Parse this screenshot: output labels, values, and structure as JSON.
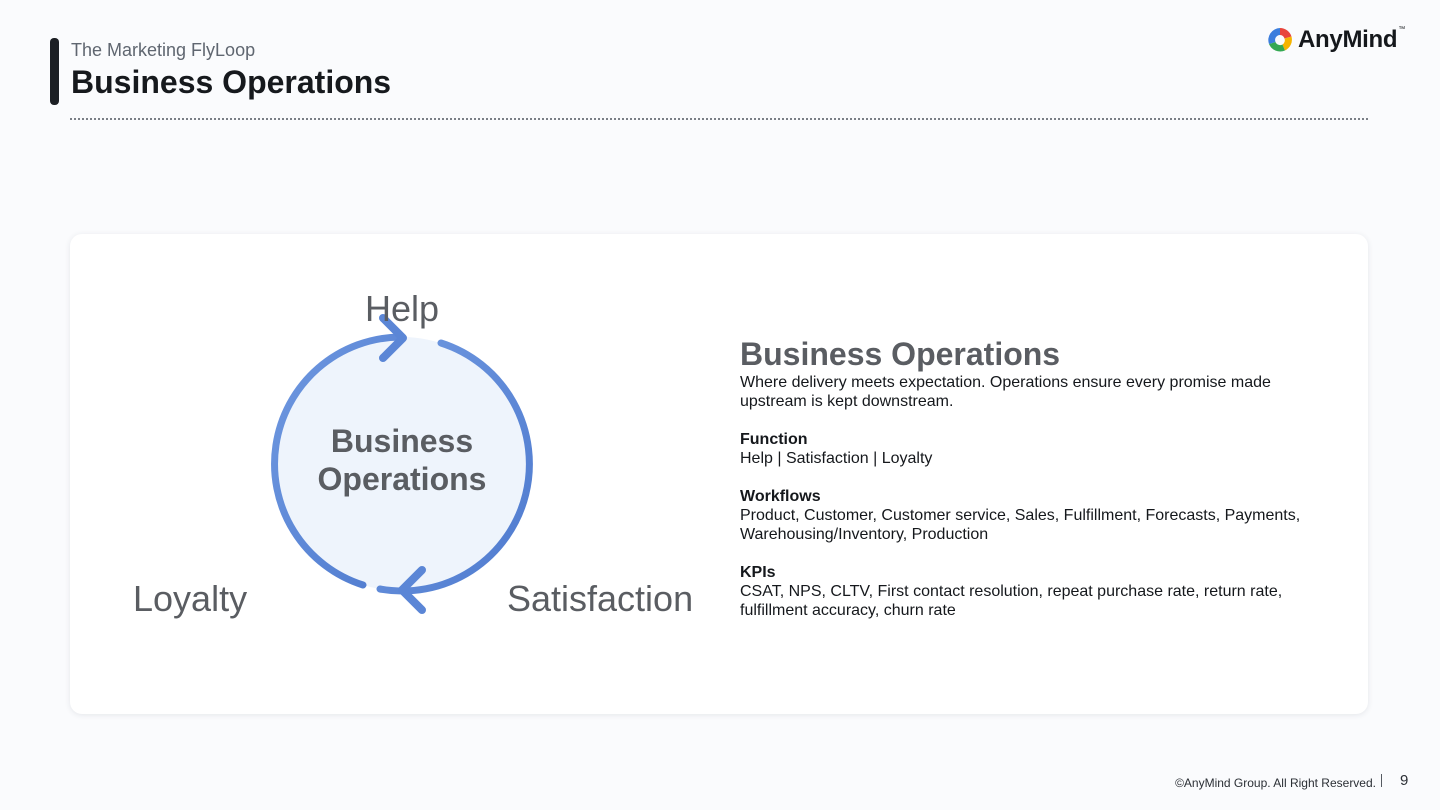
{
  "header": {
    "subtitle": "The Marketing FlyLoop",
    "title": "Business Operations",
    "logo_text": "AnyMind",
    "logo_tm": "™"
  },
  "diagram": {
    "center_label": "Business Operations",
    "stages": [
      "Help",
      "Satisfaction",
      "Loyalty"
    ],
    "colors": {
      "arrow": "#5b86d6",
      "circle_fill": "#eef4fc",
      "label": "#5a5d62"
    }
  },
  "info": {
    "title": "Business Operations",
    "description": "Where delivery meets expectation. Operations ensure every promise made upstream is kept downstream.",
    "function_heading": "Function",
    "function_text": "Help | Satisfaction | Loyalty",
    "workflows_heading": "Workflows",
    "workflows_text": "Product, Customer, Customer service, Sales, Fulfillment, Forecasts, Payments, Warehousing/Inventory, Production",
    "kpis_heading": "KPIs",
    "kpis_text": "CSAT, NPS, CLTV, First contact resolution, repeat purchase rate, return rate, fulfillment accuracy, churn rate"
  },
  "footer": {
    "copyright": "©AnyMind Group. All Right Reserved.",
    "page_number": "9"
  }
}
